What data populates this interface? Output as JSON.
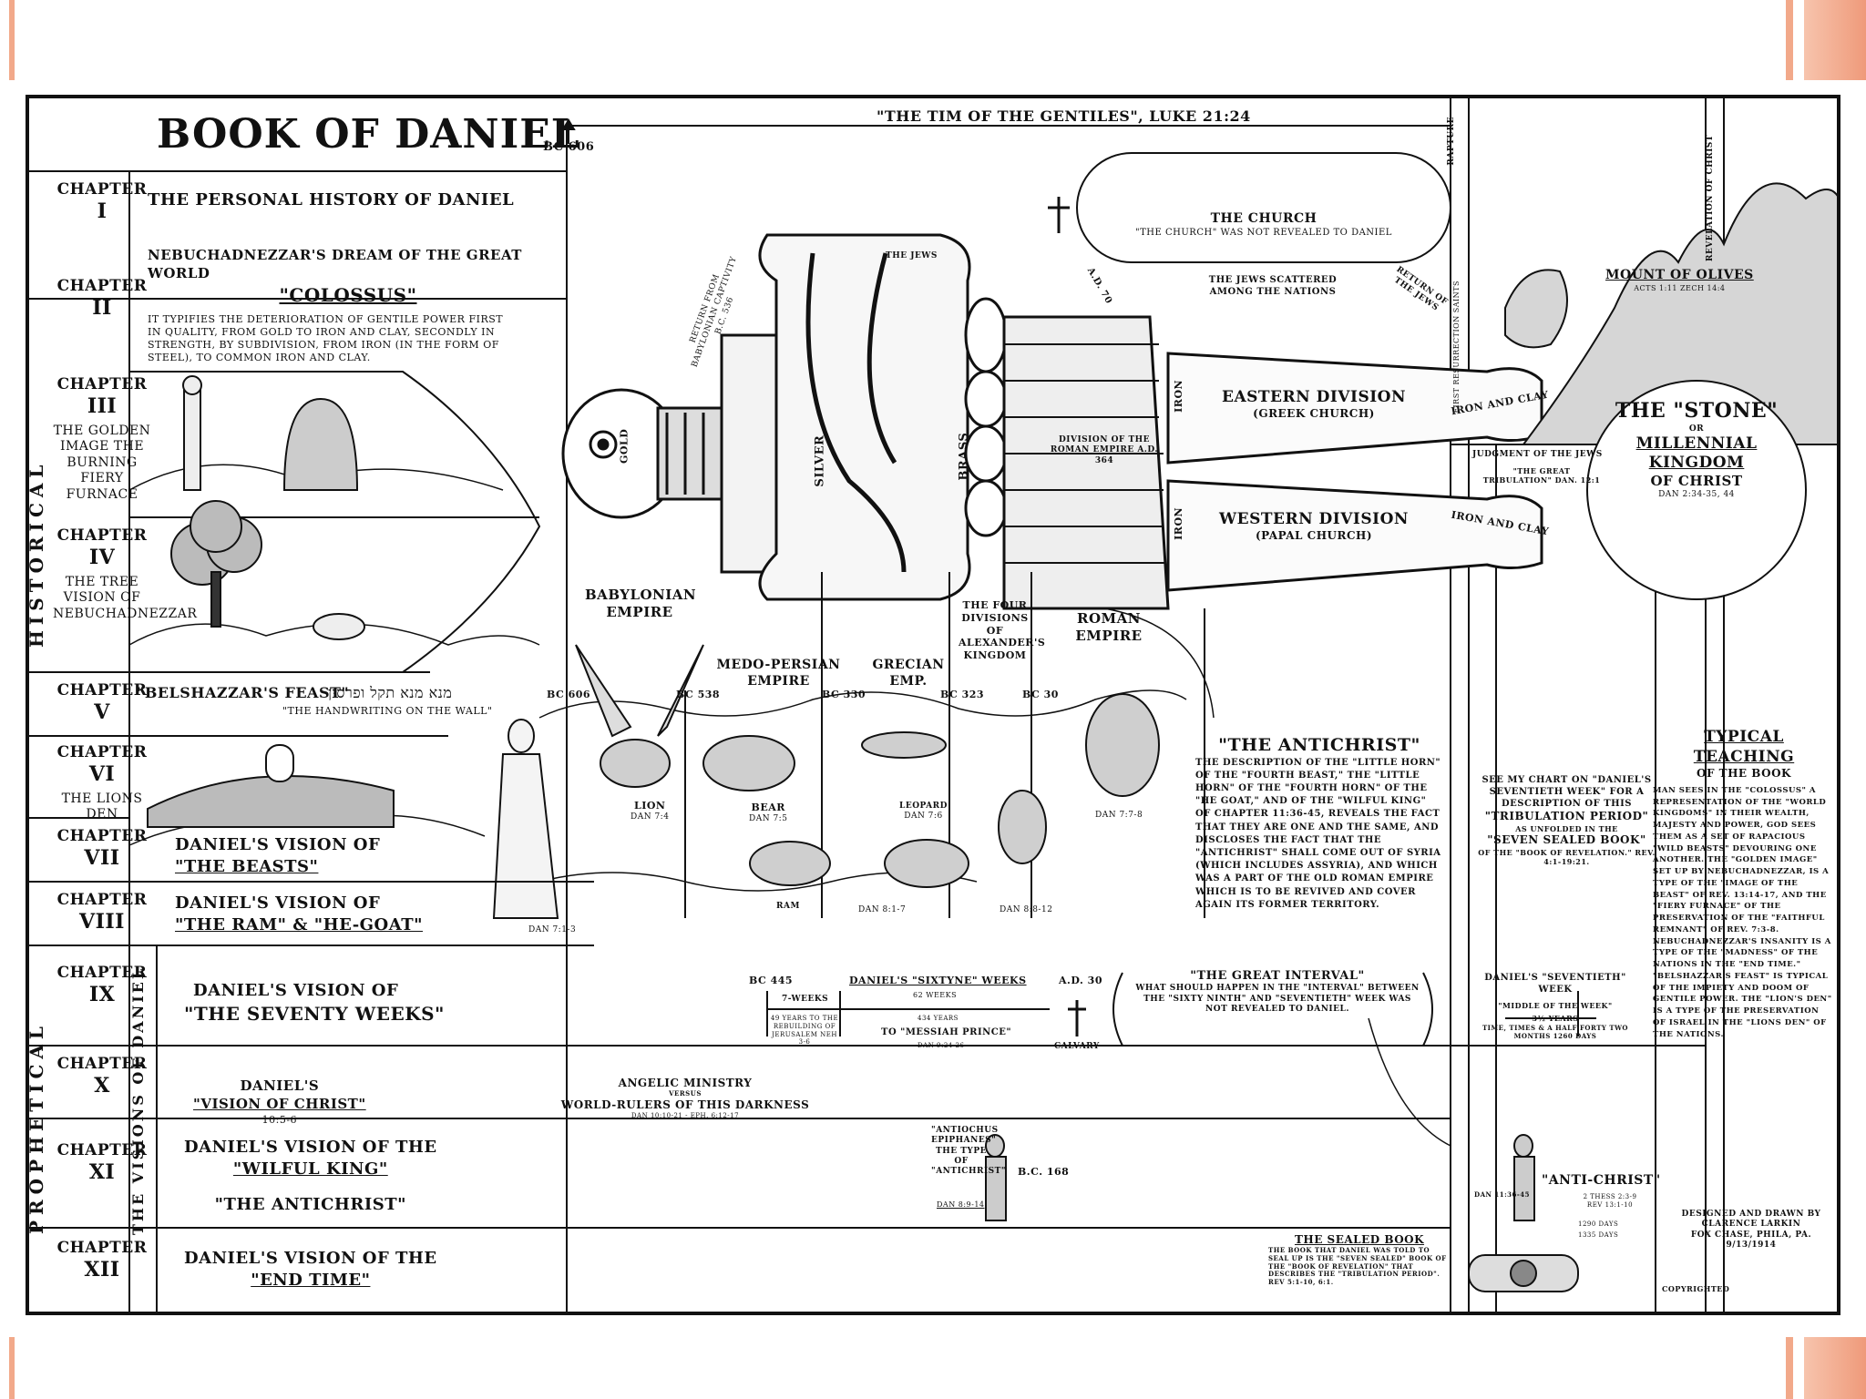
{
  "colors": {
    "accent": "#f2a98a",
    "ink": "#111111",
    "paper": "#ffffff"
  },
  "chart": {
    "title": "Book Of Daniel",
    "times_of_gentiles": "\"The Tim Of The Gentiles\", Luke 21:24",
    "start_date": "BC 606",
    "side_historical": "Historical",
    "side_prophetical": "Prophetical",
    "side_visions": "The Visions Of Daniel",
    "chapters": [
      {
        "label": "Chapter",
        "num": "I",
        "sub": "",
        "text": "The Personal History Of Daniel"
      },
      {
        "label": "Chapter",
        "num": "II",
        "sub": "",
        "text": "Nebuchadnezzar's Dream of the Great World",
        "highlight": "\"Colossus\"",
        "note": "It Typifies The Deterioration Of Gentile Power First In Quality, From Gold To Iron And Clay, Secondly In Strength, By Subdivision, From Iron (In The Form Of Steel), To Common Iron And Clay."
      },
      {
        "label": "Chapter",
        "num": "III",
        "sub": "The Golden Image The Burning Fiery Furnace",
        "text": ""
      },
      {
        "label": "Chapter",
        "num": "IV",
        "sub": "The Tree Vision of Nebuchadnezzar",
        "text": ""
      },
      {
        "label": "Chapter",
        "num": "V",
        "sub": "",
        "text": "\"Belshazzar's Feast\"",
        "note": "\"The Handwriting On The Wall\"",
        "hebrew": "מנא מנא תקל ופרסין"
      },
      {
        "label": "Chapter",
        "num": "VI",
        "sub": "The Lions Den",
        "text": ""
      },
      {
        "label": "Chapter",
        "num": "VII",
        "sub": "",
        "text": "Daniel's Vision Of",
        "highlight": "\"The Beasts\""
      },
      {
        "label": "Chapter",
        "num": "VIII",
        "sub": "",
        "text": "Daniel's Vision Of",
        "highlight": "\"The Ram\" & \"He-Goat\""
      },
      {
        "label": "Chapter",
        "num": "IX",
        "sub": "",
        "text": "Daniel's Vision Of",
        "highlight": "\"The Seventy Weeks\""
      },
      {
        "label": "Chapter",
        "num": "X",
        "sub": "",
        "text": "Daniel's",
        "highlight": "\"Vision Of Christ\"",
        "note": "10:5-6"
      },
      {
        "label": "Chapter",
        "num": "XI",
        "sub": "",
        "text": "Daniel's Vision Of The",
        "highlight": "\"Wilful King\"",
        "extra": "\"The Antichrist\""
      },
      {
        "label": "Chapter",
        "num": "XII",
        "sub": "",
        "text": "Daniel's Vision Of The",
        "highlight": "\"End Time\""
      }
    ],
    "empires": {
      "babylonian": "Babylonian Empire",
      "medo_persian": "Medo-Persian Empire",
      "grecian": "Grecian Emp.",
      "four_divisions": "The Four Divisions of Alexander's Kingdom",
      "roman": "Roman Empire"
    },
    "dates": {
      "bc606": "BC 606",
      "bc538": "BC 538",
      "bc330": "BC 330",
      "bc323": "BC 323",
      "bc30": "BC 30"
    },
    "statue": {
      "gold": "Gold",
      "silver": "Silver",
      "brass": "Brass",
      "iron": "Iron",
      "eastern": "Eastern Division",
      "eastern_sub": "(Greek Church)",
      "western": "Western Division",
      "western_sub": "(Papal Church)",
      "iron_clay": "Iron and Clay",
      "division_note": "Division Of The Roman Empire A.D. 364",
      "return_note": "Return From Babylonian Captivity B.C. 536"
    },
    "beasts": {
      "lion": "Lion",
      "lion_ref": "Dan 7:4",
      "bear": "Bear",
      "bear_ref": "Dan 7:5",
      "leopard": "Leopard",
      "leopard_ref": "Dan 7:6",
      "fourth": "Dan 7:7-8",
      "ram": "Ram",
      "goat_ref": "Dan 8:1-7",
      "goat2_ref": "Dan 8:8-12",
      "ref_dan71": "Dan 7:1-3"
    },
    "church": {
      "title": "The Church",
      "note": "\"The Church\" Was Not Revealed To Daniel",
      "jews": "The Jews",
      "ad70": "A.D. 70",
      "scattered": "The Jews Scattered Among The Nations",
      "return_jews": "Return Of The Jews",
      "rapture": "Rapture",
      "first_resurrection": "First Resurrection Saints",
      "judgment": "Judgment Of The Jews",
      "tribulation": "\"The Great Tribulation\" Dan. 12:1"
    },
    "stone": {
      "mount": "Mount Of Olives",
      "refs": "Acts 1:11   Zech 14:4",
      "revelation": "Revelation Of Christ",
      "title": "The \"Stone\"",
      "or": "or",
      "kingdom": "Millennial Kingdom",
      "of": "Of Christ",
      "ref": "Dan 2:34-35, 44"
    },
    "antichrist": {
      "title": "\"The Antichrist\"",
      "body": "The Description Of The \"Little Horn\" Of The \"Fourth Beast,\" The \"Little Horn\" Of The \"Fourth Horn\" Of The \"He Goat,\" And Of The \"Wilful King\" Of Chapter 11:36-45, Reveals The Fact That They Are One And The Same, And Discloses The Fact That The \"Antichrist\" Shall Come Out Of Syria (Which Includes Assyria), And Which Was A Part Of The Old Roman Empire Which Is To Be Revived And Cover Again Its Former Territory."
    },
    "seventieth": {
      "title": "See My Chart On \"Daniel's Seventieth Week\" For A Description Of This",
      "period": "\"Tribulation Period\"",
      "sub": "As Unfolded In The",
      "book": "\"Seven Sealed Book\"",
      "rev": "Of The \"Book Of Revelation.\" Rev. 4:1-19:21.",
      "week_title": "Daniel's \"Seventieth\" Week",
      "middle": "\"Middle Of The Week\"",
      "years": "3½ Years",
      "times": "Time, Times & A Half  Forty Two Months  1260 Days"
    },
    "typical": {
      "title": "Typical Teaching",
      "sub": "Of The Book",
      "body": "Man Sees In The \"Colossus\" A Representation Of The \"World Kingdoms\" In Their Wealth, Majesty And Power, God Sees Them As A Set Of Rapacious \"Wild Beasts\" Devouring One Another. The \"Golden Image\" Set Up By Nebuchadnezzar, Is A Type Of The \"Image Of The Beast\" Of Rev. 13:14-17, And The \"Fiery Furnace\" Of The Preservation Of The \"Faithful Remnant\" Of Rev. 7:3-8. Nebuchadnezzar's Insanity Is A Type Of The \"Madness\" Of The Nations In The \"End Time.\" \"Belshazzar's Feast\" Is Typical Of The Impiety And Doom Of Gentile Power. The \"Lion's Den\" Is A Type Of The Preservation Of Israel In The \"Lions Den\" Of The Nations."
    },
    "seventy": {
      "bc445": "BC 445",
      "sixtyne": "Daniel's \"Sixtyne\" Weeks",
      "weeks62": "62 Weeks",
      "seven_weeks": "7-Weeks",
      "years49": "49 Years To The Rebuilding Of Jerusalem Neh 3-6",
      "years434": "434 Years",
      "messiah": "To \"Messiah Prince\"",
      "ref": "Dan 9:24-26",
      "ad30": "A.D. 30",
      "calvary": "Calvary"
    },
    "interval": {
      "title": "\"The Great Interval\"",
      "body": "What Should Happen In The \"Interval\" Between The \"Sixty Ninth\" And \"Seventieth\" Week Was Not Revealed To Daniel."
    },
    "angelic": {
      "title": "Angelic Ministry",
      "versus": "Versus",
      "sub": "World-Rulers Of This Darkness",
      "ref": "Dan 10:10-21 - Eph. 6:12-17"
    },
    "antiochus": {
      "text": "\"Antiochus Epiphanes\" The Type Of \"Antichrist\"",
      "ref": "Dan 8:9-14",
      "bc168": "B.C. 168",
      "anti": "\"Anti-Christ\"",
      "anti_ref": "Dan 11:36-45",
      "anti_ref2": "2 Thess 2:3-9 Rev 13:1-10",
      "days1290": "1290 Days",
      "days1335": "1335 Days"
    },
    "sealed": {
      "title": "The Sealed Book",
      "body": "The Book That Daniel Was Told To Seal Up Is The \"Seven Sealed\" Book Of The \"Book Of Revelation\" That Describes The \"Tribulation Period\". Rev 5:1-10, 6:1."
    },
    "credit": {
      "line1": "Designed And Drawn By",
      "line2": "Clarence Larkin",
      "line3": "Fox Chase, Phila, Pa.",
      "line4": "9/13/1914",
      "copyright": "Copyrighted"
    }
  }
}
